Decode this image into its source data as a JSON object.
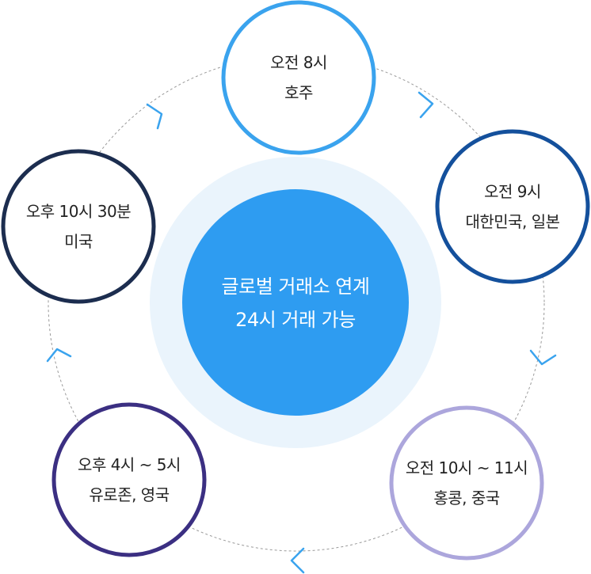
{
  "center": {
    "line1": "글로벌 거래소 연계",
    "line2": "24시 거래 가능",
    "fill_color": "#2e9cf1",
    "halo_color": "#eaf4fc"
  },
  "nodes": [
    {
      "id": "australia",
      "time": "오전 8시",
      "region": "호주",
      "border_color": "#3aa3ee"
    },
    {
      "id": "korea-japan",
      "time": "오전 9시",
      "region": "대한민국, 일본",
      "border_color": "#14509c"
    },
    {
      "id": "hongkong-china",
      "time": "오전 10시 ~ 11시",
      "region": "홍콩, 중국",
      "border_color": "#aca6dc"
    },
    {
      "id": "europe-uk",
      "time": "오후 4시 ~ 5시",
      "region": "유로존, 영국",
      "border_color": "#3b2f82"
    },
    {
      "id": "usa",
      "time": "오후 10시 30분",
      "region": "미국",
      "border_color": "#1c2d4f"
    }
  ],
  "ring": {
    "line_color": "#9a9a9a",
    "arrow_color": "#3aa3ee"
  }
}
